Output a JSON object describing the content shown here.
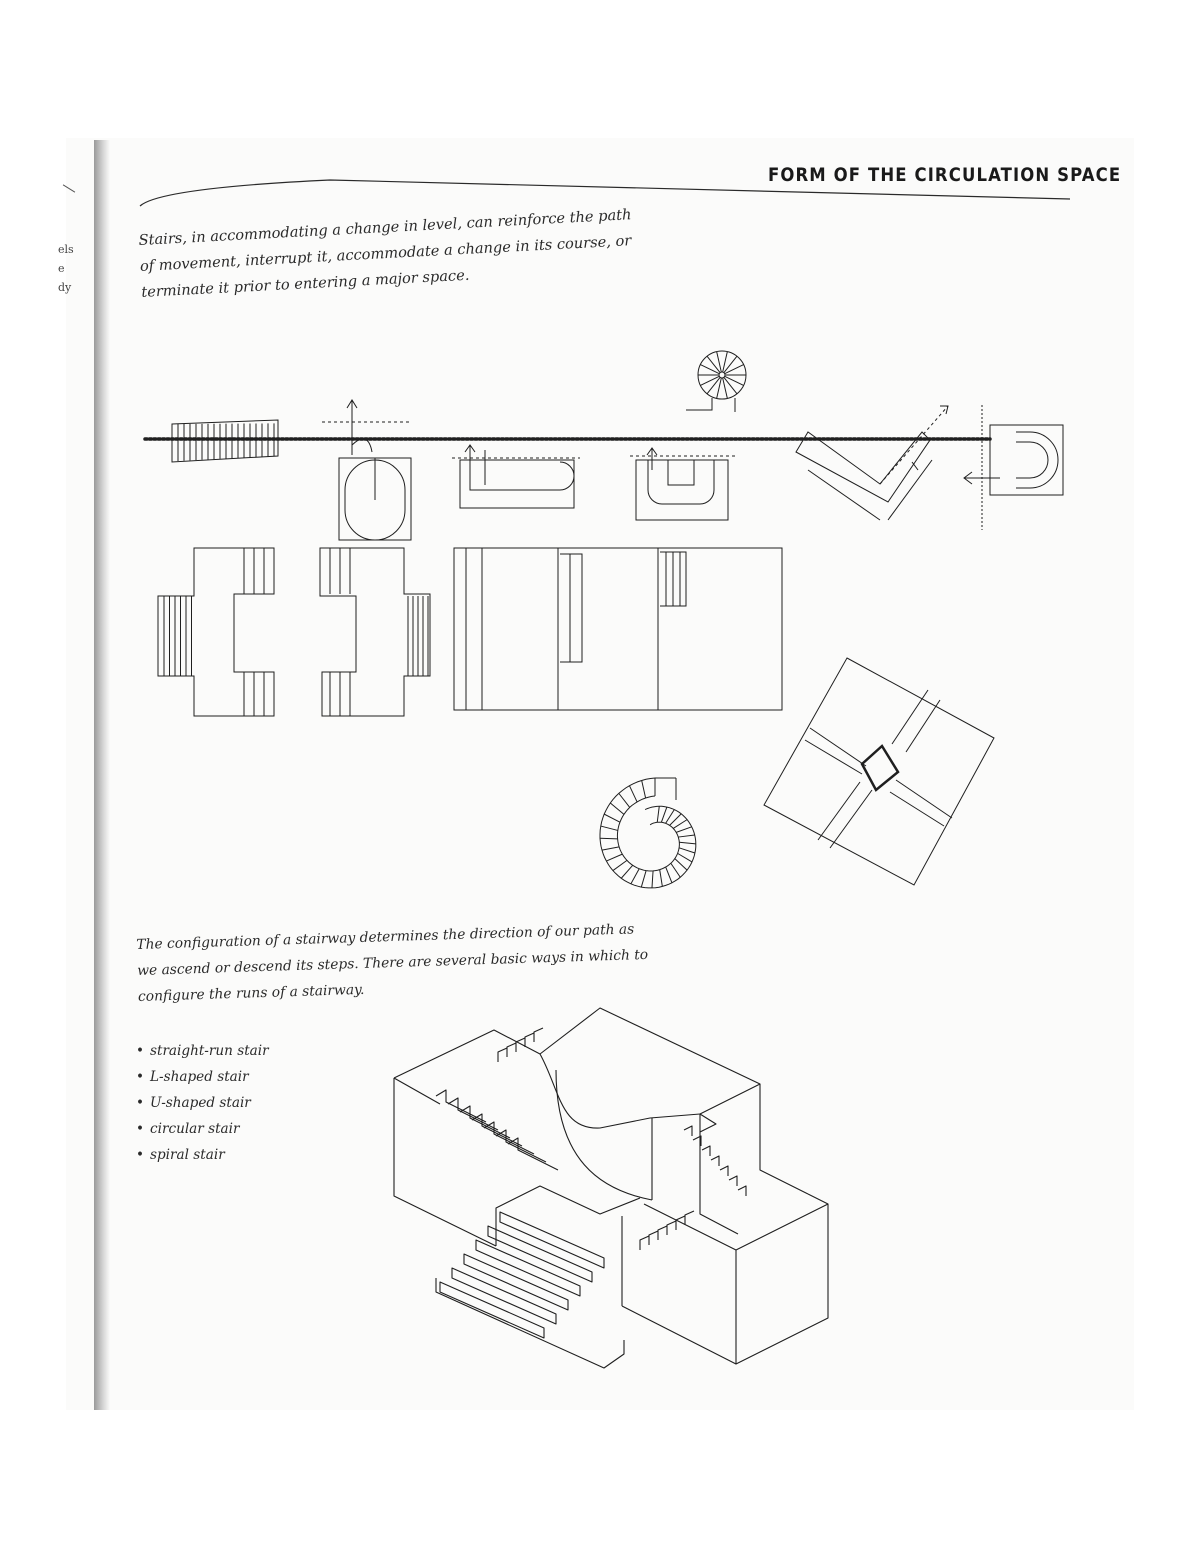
{
  "header": {
    "title": "FORM OF THE CIRCULATION SPACE"
  },
  "margin_marks": [
    "els",
    "e",
    "dy"
  ],
  "intro_text": {
    "line1": "Stairs, in accommodating a change in level, can reinforce the path",
    "line2": "of movement, interrupt it, accommodate a change in its course, or",
    "line3": "terminate it prior to entering a major space."
  },
  "configuration_text": {
    "line1": "The configuration of a stairway determines the direction of our path as",
    "line2": "we ascend or descend its steps. There are several basic ways in which to",
    "line3": "configure the runs of a stairway."
  },
  "stair_types": [
    "straight-run stair",
    "L-shaped stair",
    "U-shaped stair",
    "circular stair",
    "spiral stair"
  ],
  "colors": {
    "ink": "#1f1f1f",
    "paper": "#fbfbfa"
  }
}
